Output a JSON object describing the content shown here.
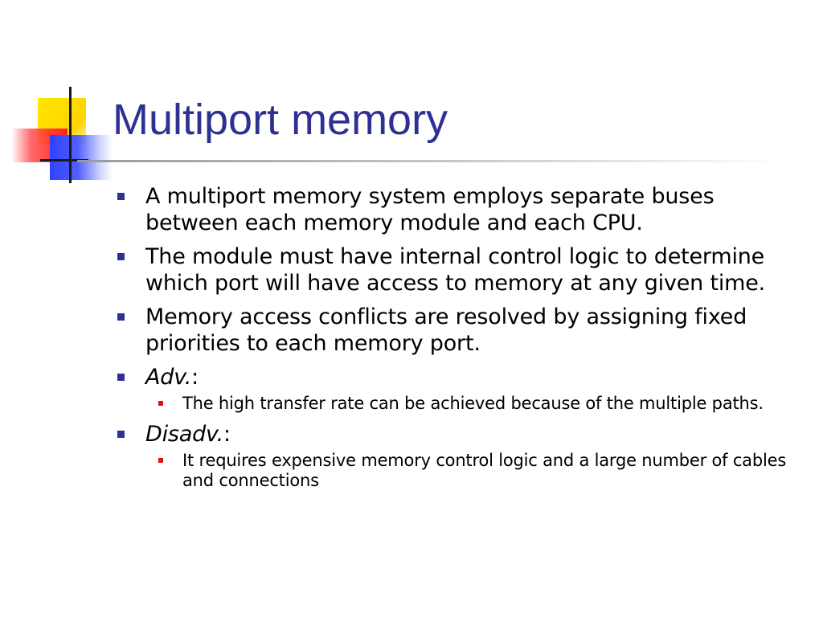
{
  "slide": {
    "title": "Multiport memory",
    "accent_color": "#2e3192",
    "sub_bullet_color": "#e01010",
    "bullets": [
      {
        "text": "A multiport memory system employs separate buses between each memory module and each CPU."
      },
      {
        "text": "The module must have internal control logic to determine which port will have access to memory at any given time."
      },
      {
        "text": "Memory access conflicts are resolved by assigning fixed priorities to each memory port."
      },
      {
        "label_italic": "Adv.",
        "label_suffix": ":",
        "sub": "The high transfer rate can be achieved because of the multiple paths."
      },
      {
        "label_italic": "Disadv.",
        "label_suffix": ":",
        "sub": "It requires expensive memory control logic and a large number of cables and connections"
      }
    ]
  }
}
